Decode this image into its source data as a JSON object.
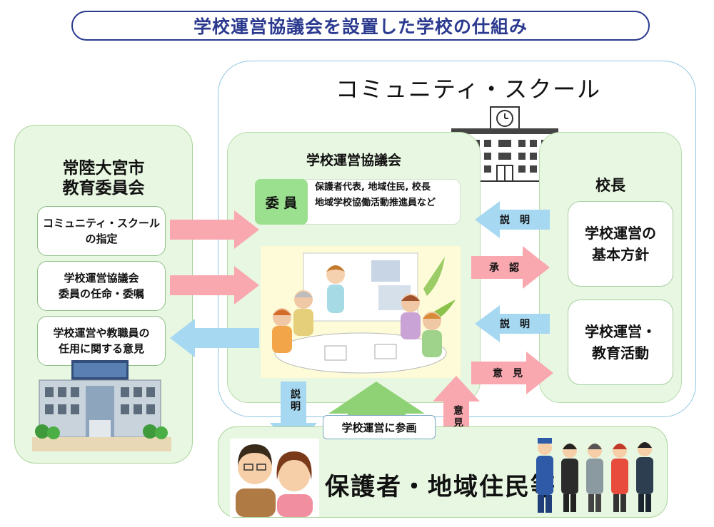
{
  "title": "学校運営協議会を設置した学校の仕組み",
  "community_school": "コミュニティ・スクール",
  "board": {
    "title_line1": "常陸大宮市",
    "title_line2": "教育委員会",
    "box1_line1": "コミュニティ・スクール",
    "box1_line2": "の指定",
    "box2_line1": "学校運営協議会",
    "box2_line2": "委員の任命・委嘱",
    "box3_line1": "学校運営や教職員の",
    "box3_line2": "任用に関する意見"
  },
  "council": {
    "title": "学校運営協議会",
    "member_label": "委 員",
    "member_desc_line1": "保護者代表, 地域住民, 校長",
    "member_desc_line2": "地域学校協働活動推進員など"
  },
  "principal": {
    "title": "校長",
    "box1_line1": "学校運営の",
    "box1_line2": "基本方針",
    "box2_line1": "学校運営・",
    "box2_line2": "教育活動"
  },
  "arrows": {
    "explain_top": "説　明",
    "approve": "承　認",
    "explain_mid": "説　明",
    "opinion_right": "意　見",
    "explain_down": "説明",
    "opinion_up": "意見"
  },
  "participate": "学校運営に参画",
  "residents": "保護者・地域住民等",
  "colors": {
    "title_border": "#2b3a8f",
    "panel_green": "#e8f7e1",
    "arrow_pink": "#f9a8b0",
    "arrow_blue": "#a6d8f2",
    "arrow_green": "#8fd276"
  }
}
